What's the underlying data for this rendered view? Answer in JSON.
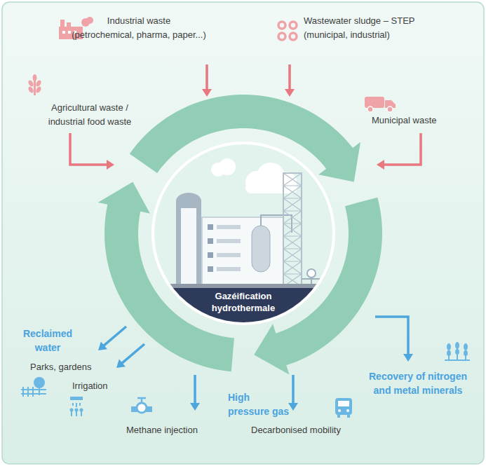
{
  "diagram": {
    "nodes": [
      {
        "text": [
          "Gazéification hydrothermale"
        ]
      }
    ],
    "labels": [
      "Industrial waste (petrochemical, pharma, paper...)",
      "Wastewater sludge – STEP (municipal, industrial)",
      "Agricultural waste / industrial food waste",
      "Municipal waste",
      "Reclaimed water",
      "Parks, gardens",
      "Irrigation",
      "Methane injection",
      "High pressure gas",
      "Decarbonised mobility",
      "Recovery of nitrogen and metal minerals"
    ]
  }
}
